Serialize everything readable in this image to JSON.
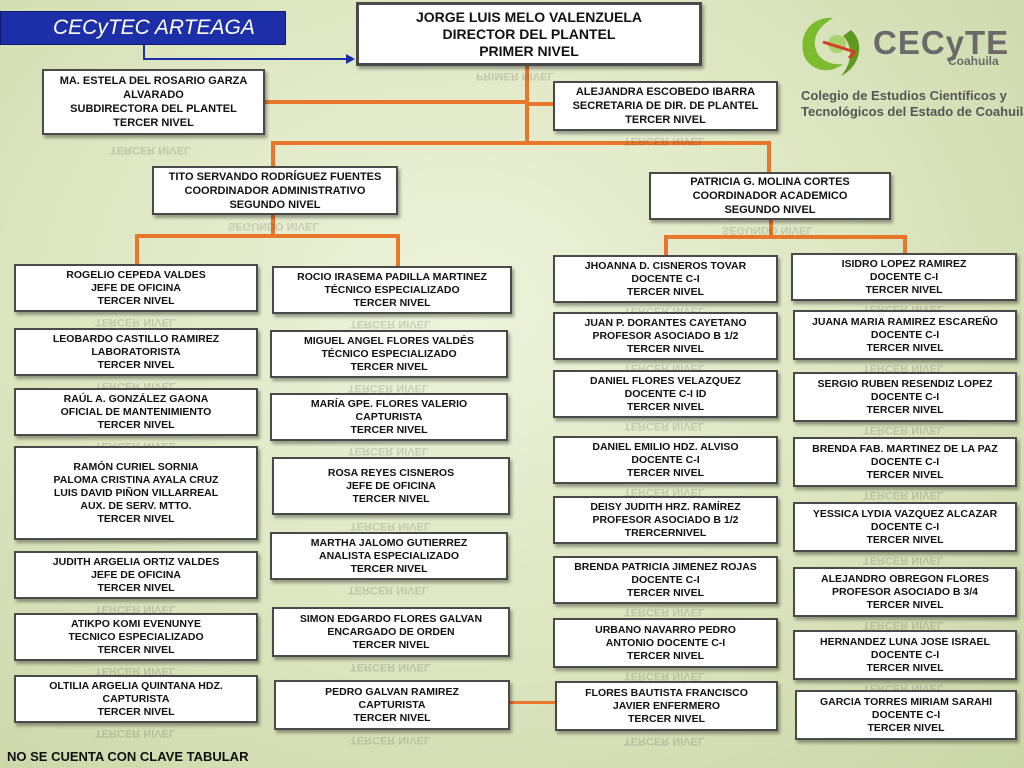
{
  "header": {
    "title": "CECyTEC ARTEAGA",
    "footnote": "NO SE CUENTA CON CLAVE TABULAR"
  },
  "logo": {
    "brand": "CECyTE",
    "region": "Coahuila",
    "line1": "Colegio de Estudios Científicos y",
    "line2": "Tecnológicos del Estado de Coahuila"
  },
  "colors": {
    "connector": "#e8762b",
    "title_bar": "#1c2fa8",
    "logo_green": "#7dbb2e"
  },
  "nodes": {
    "director": [
      "JORGE LUIS MELO VALENZUELA",
      "DIRECTOR DEL PLANTEL",
      "PRIMER NIVEL"
    ],
    "subdirectora": [
      "MA. ESTELA DEL ROSARIO GARZA",
      "ALVARADO",
      "SUBDIRECTORA DEL PLANTEL",
      "TERCER NIVEL"
    ],
    "secretaria": [
      "ALEJANDRA ESCOBEDO IBARRA",
      "SECRETARIA DE DIR. DE PLANTEL",
      "TERCER NIVEL"
    ],
    "coord_admin": [
      "TITO SERVANDO RODRÍGUEZ FUENTES",
      "COORDINADOR ADMINISTRATIVO",
      "SEGUNDO NIVEL"
    ],
    "coord_acad": [
      "PATRICIA G. MOLINA CORTES",
      "COORDINADOR ACADEMICO",
      "SEGUNDO NIVEL"
    ],
    "admin_col1": [
      [
        "ROGELIO CEPEDA VALDES",
        "JEFE DE OFICINA",
        "TERCER NIVEL"
      ],
      [
        "LEOBARDO CASTILLO RAMIREZ",
        "LABORATORISTA",
        "TERCER NIVEL"
      ],
      [
        "RAÚL A. GONZÁLEZ GAONA",
        "OFICIAL DE MANTENIMIENTO",
        "TERCER NIVEL"
      ],
      [
        "RAMÓN CURIEL SORNIA",
        "PALOMA CRISTINA AYALA CRUZ",
        "LUIS DAVID PIÑON VILLARREAL",
        "AUX. DE SERV. MTTO.",
        "TERCER NIVEL"
      ],
      [
        "JUDITH ARGELIA ORTIZ  VALDES",
        "JEFE DE OFICINA",
        "TERCER NIVEL"
      ],
      [
        "ATIKPO  KOMI EVENUNYE",
        "TECNICO ESPECIALIZADO",
        "TERCER NIVEL"
      ],
      [
        "OLTILIA ARGELIA QUINTANA HDZ.",
        "CAPTURISTA",
        "TERCER NIVEL"
      ]
    ],
    "admin_col2": [
      [
        "ROCIO IRASEMA PADILLA MARTINEZ",
        "TÉCNICO ESPECIALIZADO",
        "TERCER NIVEL"
      ],
      [
        "MIGUEL ANGEL FLORES VALDÉS",
        "TÉCNICO ESPECIALIZADO",
        "TERCER NIVEL"
      ],
      [
        "MARÍA GPE. FLORES VALERIO",
        "CAPTURISTA",
        "TERCER NIVEL"
      ],
      [
        "ROSA  REYES CISNEROS",
        "JEFE DE OFICINA",
        "TERCER NIVEL"
      ],
      [
        "MARTHA JALOMO GUTIERREZ",
        "ANALISTA ESPECIALIZADO",
        "TERCER NIVEL"
      ],
      [
        "SIMON EDGARDO FLORES GALVAN",
        "ENCARGADO DE ORDEN",
        "TERCER NIVEL"
      ],
      [
        "PEDRO GALVAN RAMIREZ",
        "CAPTURISTA",
        "TERCER NIVEL"
      ]
    ],
    "acad_col1": [
      [
        "JHOANNA D. CISNEROS TOVAR",
        "DOCENTE C-I",
        "TERCER NIVEL"
      ],
      [
        "JUAN P. DORANTES CAYETANO",
        "PROFESOR ASOCIADO B 1/2",
        "TERCER NIVEL"
      ],
      [
        "DANIEL FLORES VELAZQUEZ",
        "DOCENTE C-I ID",
        "TERCER NIVEL"
      ],
      [
        "DANIEL EMILIO HDZ. ALVISO",
        "DOCENTE C-I",
        "TERCER NIVEL"
      ],
      [
        "DEISY JUDITH HRZ. RAMÍREZ",
        "PROFESOR ASOCIADO B 1/2",
        "TRERCERNIVEL"
      ],
      [
        "BRENDA PATRICIA JIMENEZ ROJAS",
        "DOCENTE C-I",
        "TERCER NIVEL"
      ],
      [
        "URBANO NAVARRO PEDRO",
        "ANTONIO DOCENTE C-I",
        "TERCER NIVEL"
      ],
      [
        "FLORES BAUTISTA FRANCISCO",
        "JAVIER ENFERMERO",
        "TERCER NIVEL"
      ]
    ],
    "acad_col2": [
      [
        "ISIDRO LOPEZ RAMIREZ",
        "DOCENTE C-I",
        "TERCER NIVEL"
      ],
      [
        "JUANA MARIA RAMIREZ ESCAREÑO",
        "DOCENTE C-I",
        "TERCER NIVEL"
      ],
      [
        "SERGIO RUBEN RESENDIZ LOPEZ",
        "DOCENTE C-I",
        "TERCER NIVEL"
      ],
      [
        "BRENDA FAB. MARTINEZ DE LA PAZ",
        "DOCENTE C-I",
        "TERCER NIVEL"
      ],
      [
        "YESSICA LYDIA VAZQUEZ ALCAZAR",
        "DOCENTE C-I",
        "TERCER NIVEL"
      ],
      [
        "ALEJANDRO OBREGON FLORES",
        "PROFESOR ASOCIADO B 3/4",
        "TERCER NIVEL"
      ],
      [
        "HERNANDEZ LUNA JOSE ISRAEL",
        "DOCENTE C-I",
        "TERCER NIVEL"
      ],
      [
        "GARCIA TORRES MIRIAM SARAHI",
        "DOCENTE C-I",
        "TERCER NIVEL"
      ]
    ]
  }
}
